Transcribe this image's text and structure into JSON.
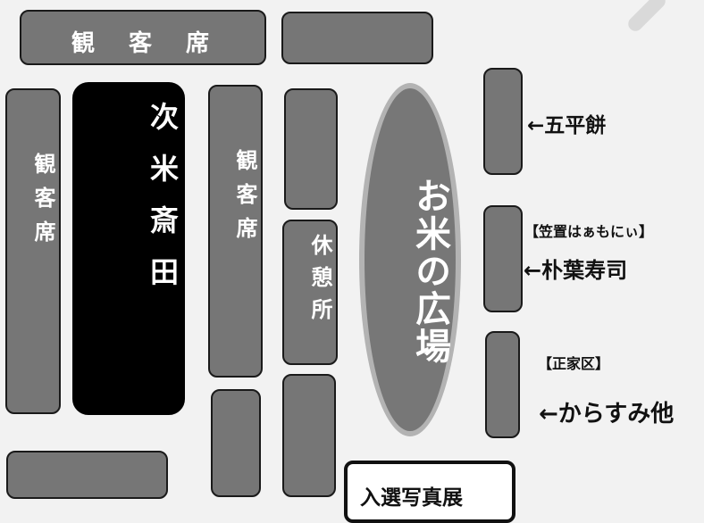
{
  "colors": {
    "background": "#f2f2f2",
    "block_fill": "#767676",
    "highlight_fill": "#000000",
    "plaza_fill": "#777777",
    "plaza_border": "#b3b3b3",
    "text_light": "#ffffff",
    "text_dark": "#111111"
  },
  "areas": {
    "top_seating": "観　客　席",
    "left_seating": "観客席",
    "feature_booth": "次米斎田",
    "center_seating": "観客席",
    "rest_area": "休憩所",
    "plaza": "お米の広場"
  },
  "stalls": {
    "stall_1": {
      "label": "←五平餅"
    },
    "stall_2": {
      "vendors": "【笠置はぁもにぃ】",
      "label": "←朴葉寿司"
    },
    "stall_3": {
      "vendors": "【正家区】",
      "label": "←からすみ他"
    }
  },
  "exhibit": "入選写真展"
}
